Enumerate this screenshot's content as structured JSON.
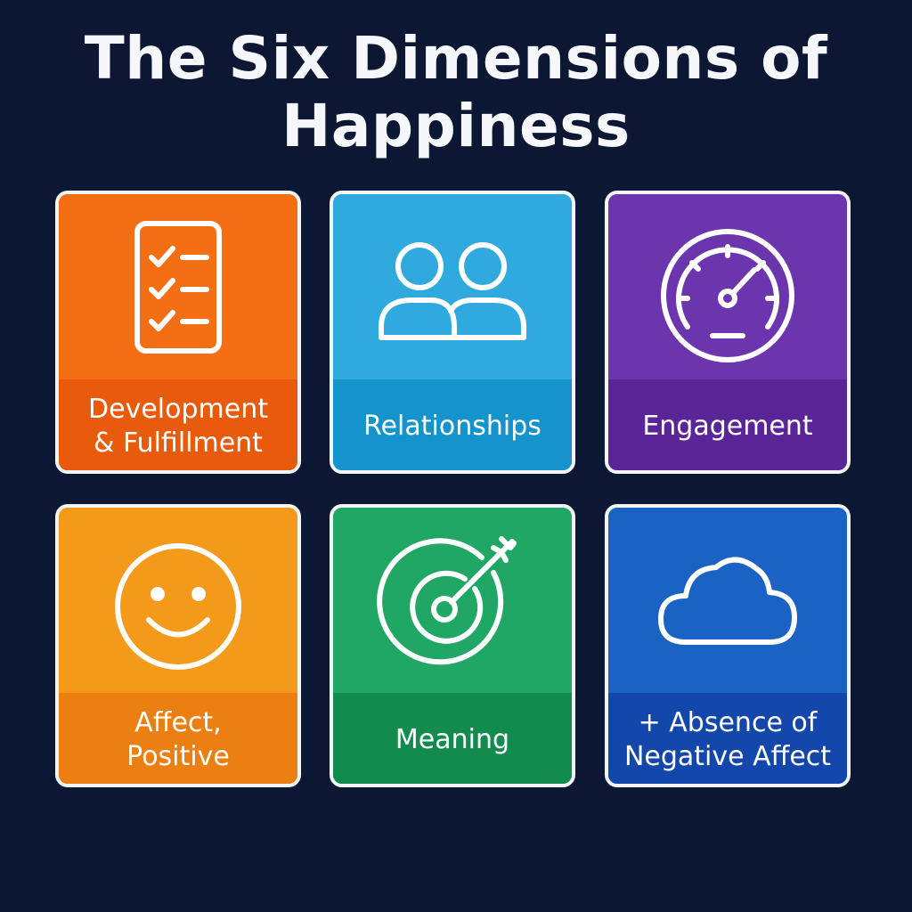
{
  "title": "The Six Dimensions of Happiness",
  "tiles": [
    {
      "label": "Development\n& Fulfillment",
      "icon": "checklist-icon",
      "color_top": "#f46f14",
      "color_bottom": "#e85a0c"
    },
    {
      "label": "Relationships",
      "icon": "people-icon",
      "color_top": "#2fa9de",
      "color_bottom": "#1493cc"
    },
    {
      "label": "Engagement",
      "icon": "gauge-icon",
      "color_top": "#6b36ad",
      "color_bottom": "#5a2597"
    },
    {
      "label": "Affect,\nPositive",
      "icon": "smiley-icon",
      "color_top": "#f39a1b",
      "color_bottom": "#ec7f11"
    },
    {
      "label": "Meaning",
      "icon": "target-icon",
      "color_top": "#20a765",
      "color_bottom": "#138b4e"
    },
    {
      "label": "+ Absence of\nNegative Affect",
      "icon": "cloud-icon",
      "color_top": "#1a62c4",
      "color_bottom": "#1447ab"
    }
  ]
}
